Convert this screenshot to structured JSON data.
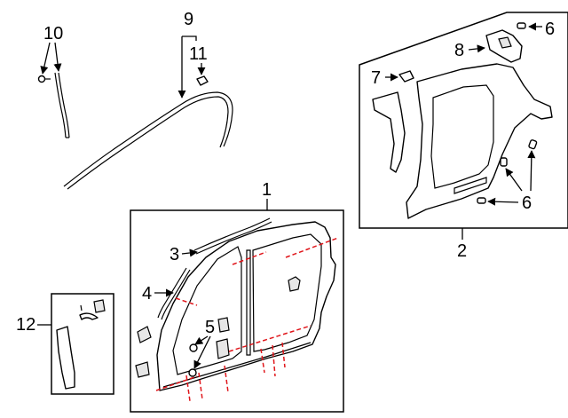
{
  "callouts": {
    "c1": "1",
    "c2": "2",
    "c3": "3",
    "c4": "4",
    "c5": "5",
    "c6a": "6",
    "c6b": "6",
    "c7": "7",
    "c8": "8",
    "c9": "9",
    "c10": "10",
    "c11": "11",
    "c12": "12"
  },
  "colors": {
    "cut_line": "#e0161b",
    "line": "#000000",
    "background": "#ffffff"
  }
}
